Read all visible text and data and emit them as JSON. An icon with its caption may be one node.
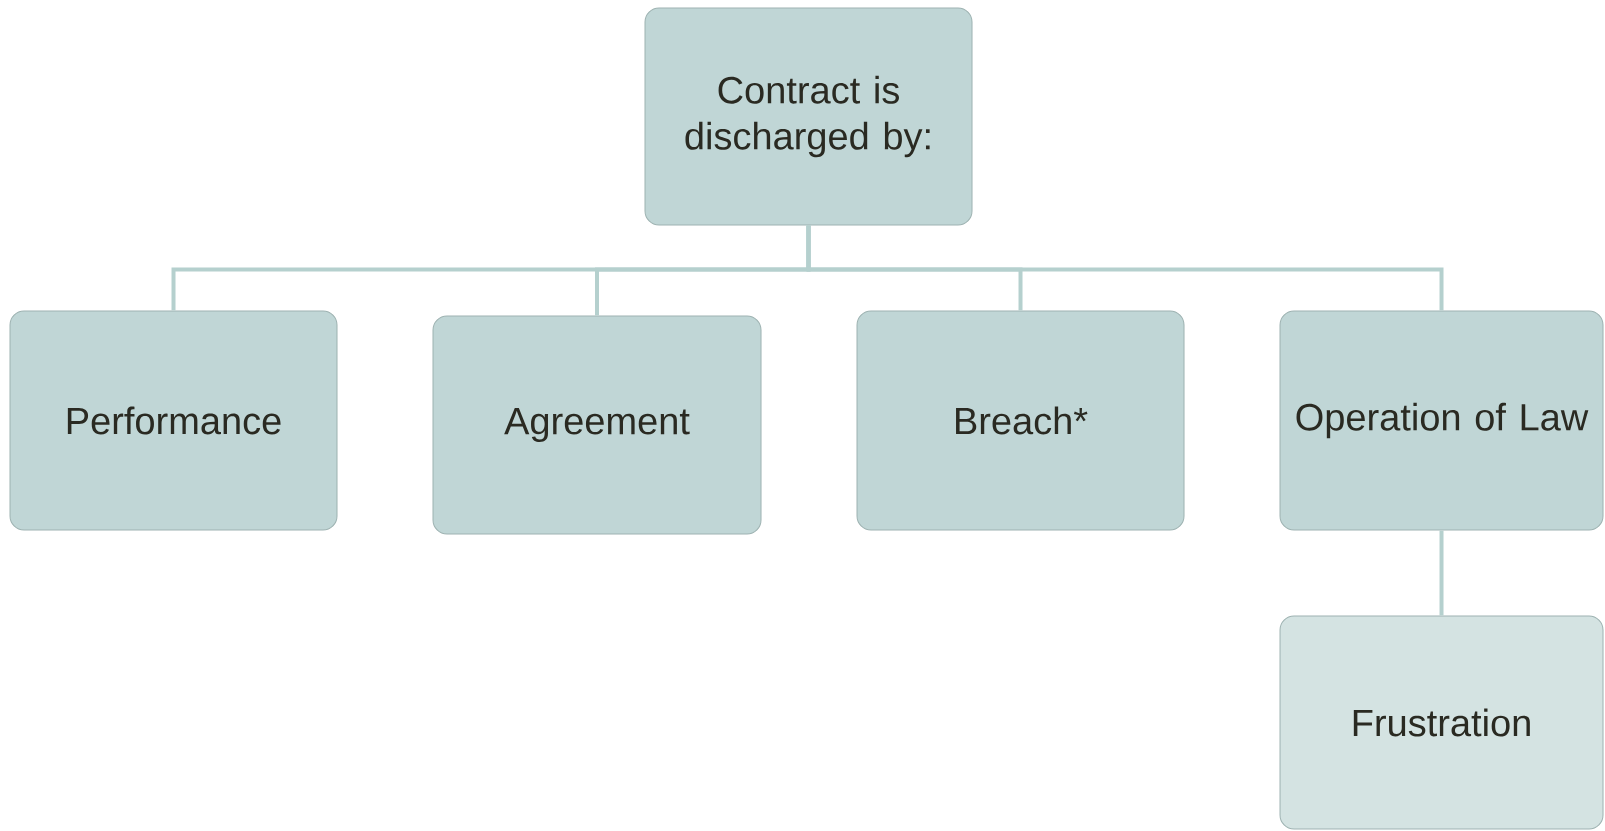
{
  "diagram": {
    "nodes": [
      {
        "text": [
          "Contract is discharged by:"
        ]
      },
      {
        "text": [
          "Performance"
        ]
      },
      {
        "text": [
          "Agreement"
        ]
      },
      {
        "text": [
          "Breach*"
        ]
      },
      {
        "text": [
          "Operation of Law"
        ]
      },
      {
        "text": [
          "Frustration"
        ]
      }
    ],
    "edges": [
      {
        "from": 0,
        "to": 1,
        "arrow": "none"
      },
      {
        "from": 0,
        "to": 2,
        "arrow": "none"
      },
      {
        "from": 0,
        "to": 3,
        "arrow": "none"
      },
      {
        "from": 0,
        "to": 4,
        "arrow": "none"
      },
      {
        "from": 4,
        "to": 5,
        "arrow": "none"
      }
    ]
  }
}
